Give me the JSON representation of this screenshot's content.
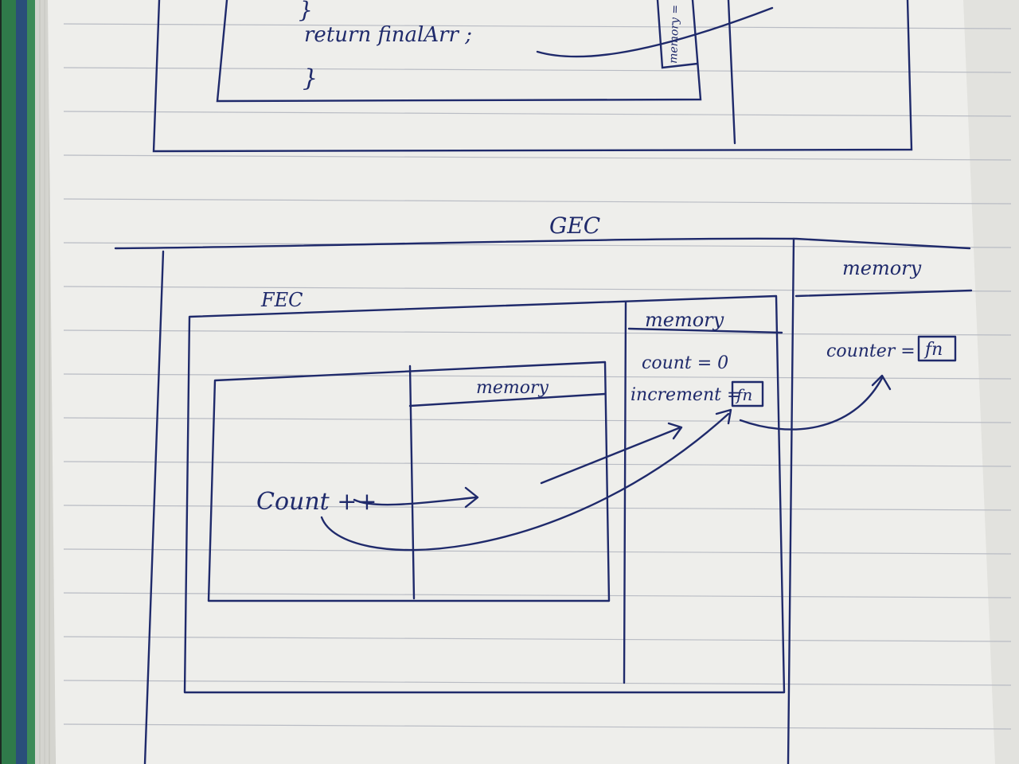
{
  "colors": {
    "paper": "#eeeeeb",
    "paper_shadow": "#d9d9d4",
    "rule_line": "#b9bcc4",
    "ink": "#1f2a6b",
    "cover_green": "#2f7a4a",
    "cover_blue": "#2a4e7a",
    "cover_dark": "#1c2a22"
  },
  "notes": {
    "top": {
      "brace_close_1": "}",
      "return_line": "return finalArr ;",
      "brace_close_2": "}",
      "side_label": "memory ="
    },
    "diagram": {
      "gec_label": "GEC",
      "fec_label": "FEC",
      "gec_memory_label": "memory",
      "fec_memory_label": "memory",
      "inner_memory_label": "memory",
      "counter_label": "counter =",
      "counter_value": "fn",
      "count_label": "count = 0",
      "increment_label": "increment =",
      "increment_value": "fn",
      "inner_code": "Count ++"
    }
  }
}
